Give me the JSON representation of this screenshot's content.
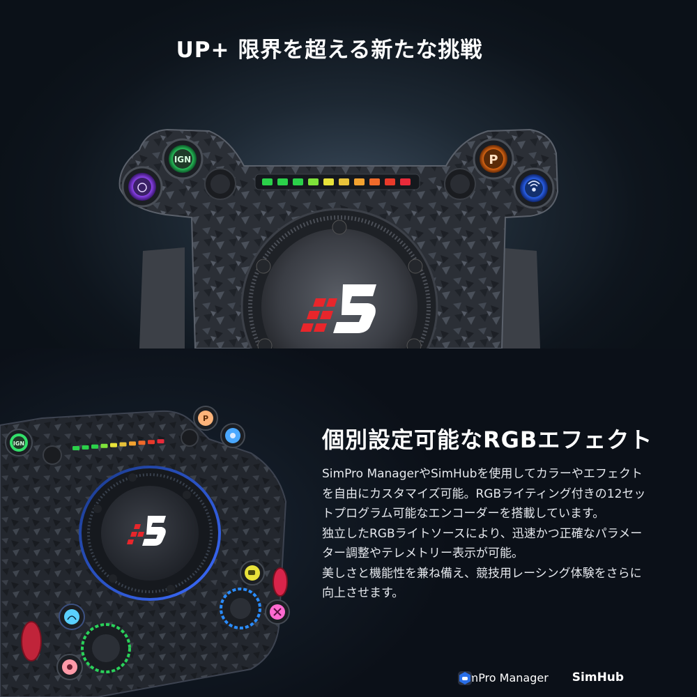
{
  "headline": "UP+ 限界を超える新たな挑戦",
  "buttons": {
    "ign": "IGN",
    "pit": "P"
  },
  "feature": {
    "title": "個別設定可能なRGBエフェクト",
    "paragraphs": [
      "SimPro ManagerやSimHubを使用してカラーやエフェクトを自由にカスタマイズ可能。RGBライティング付きの12セットプログラム可能なエンコーダーを搭載しています。",
      "独立したRGBライトソースにより、迅速かつ正確なパラメーター調整やテレメトリー表示が可能。",
      "美しさと機能性を兼ね備え、競技用レーシング体験をさらに向上させます。"
    ]
  },
  "brands": [
    {
      "name": "SimPro Manager",
      "icon": "simpro-manager-logo"
    },
    {
      "name": "SimHub",
      "icon": "simhub-logo"
    }
  ],
  "colors": {
    "rev_leds": [
      "#2bd14a",
      "#2bd14a",
      "#2bd14a",
      "#7ee23a",
      "#e8e23a",
      "#e8c23a",
      "#f2a230",
      "#f06a2a",
      "#e83a2a",
      "#e82a3a"
    ],
    "button_green": "#32e06a",
    "button_purple": "#9a4bff",
    "button_orange": "#ff7a1a",
    "button_blue": "#2f6bff",
    "logo_red": "#e8262b"
  }
}
